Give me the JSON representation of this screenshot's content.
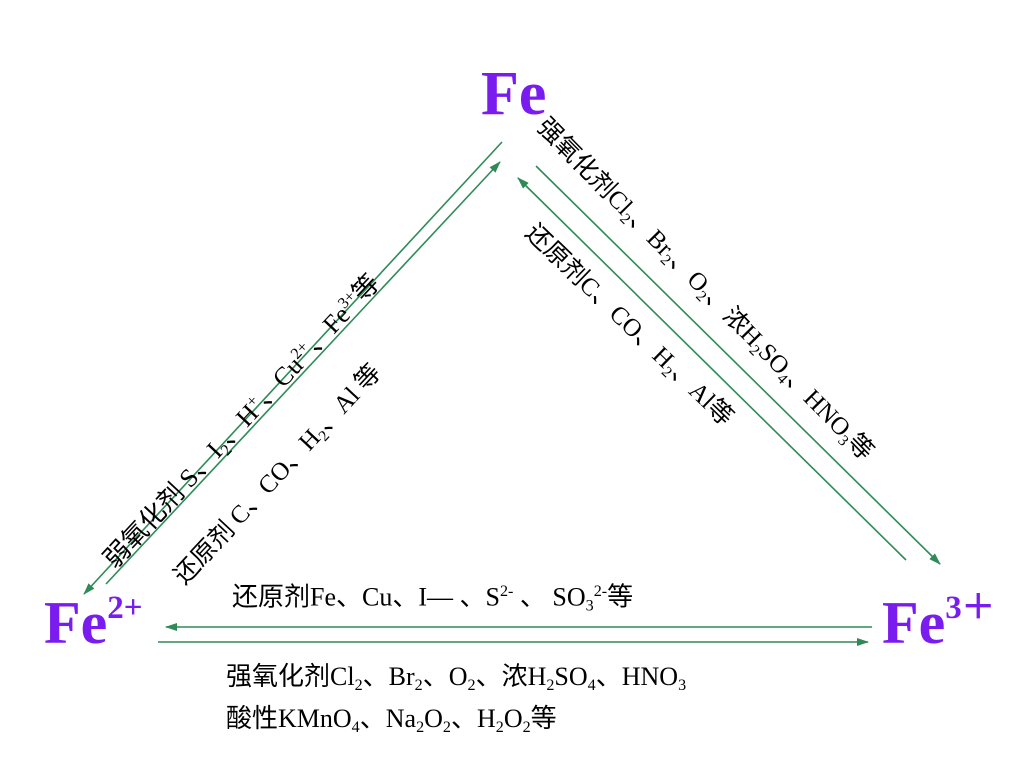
{
  "nodes": {
    "fe": {
      "text": "Fe"
    },
    "fe2": {
      "base": "Fe",
      "charge": "2+"
    },
    "fe3": {
      "base": "Fe",
      "charge": "3＋"
    }
  },
  "edges": {
    "fe_to_fe2": {
      "parts": [
        {
          "t": "弱氧化剂 S、I"
        },
        {
          "sub": "2"
        },
        {
          "t": "、H"
        },
        {
          "sup": "+"
        },
        {
          "t": "、Cu"
        },
        {
          "sup": "2+"
        },
        {
          "t": "、Fe"
        },
        {
          "sup": "3+"
        },
        {
          "t": "等"
        }
      ]
    },
    "fe2_to_fe": {
      "parts": [
        {
          "t": "还原剂 C、CO、H"
        },
        {
          "sub": "2"
        },
        {
          "t": "、Al 等"
        }
      ]
    },
    "fe3_to_fe": {
      "parts": [
        {
          "t": "还原剂C、CO、H"
        },
        {
          "sub": "2"
        },
        {
          "t": "、Al等"
        }
      ]
    },
    "fe_to_fe3": {
      "parts": [
        {
          "t": "强氧化剂Cl"
        },
        {
          "sub": "2"
        },
        {
          "t": "、Br"
        },
        {
          "sub": "2"
        },
        {
          "t": "、O"
        },
        {
          "sub": "2"
        },
        {
          "t": "、浓H"
        },
        {
          "sub": "2"
        },
        {
          "t": "SO"
        },
        {
          "sub": "4"
        },
        {
          "t": "、HNO"
        },
        {
          "sub": "3"
        },
        {
          "t": "等"
        }
      ]
    },
    "fe3_to_fe2": {
      "parts": [
        {
          "t": "还原剂Fe、Cu、I"
        },
        {
          "t": "—"
        },
        {
          "t": " 、S"
        },
        {
          "sup": "2-"
        },
        {
          "t": " 、 SO"
        },
        {
          "sub": "3"
        },
        {
          "sup": "2-"
        },
        {
          "t": "等"
        }
      ]
    },
    "fe2_to_fe3_line1": {
      "parts": [
        {
          "t": "强氧化剂Cl"
        },
        {
          "sub": "2"
        },
        {
          "t": "、Br"
        },
        {
          "sub": "2"
        },
        {
          "t": "、O"
        },
        {
          "sub": "2"
        },
        {
          "t": "、浓H"
        },
        {
          "sub": "2"
        },
        {
          "t": "SO"
        },
        {
          "sub": "4"
        },
        {
          "t": "、HNO"
        },
        {
          "sub": "3"
        }
      ]
    },
    "fe2_to_fe3_line2": {
      "parts": [
        {
          "t": "酸性KMnO"
        },
        {
          "sub": "4"
        },
        {
          "t": "、Na"
        },
        {
          "sub": "2"
        },
        {
          "t": "O"
        },
        {
          "sub": "2"
        },
        {
          "t": "、H"
        },
        {
          "sub": "2"
        },
        {
          "t": "O"
        },
        {
          "sub": "2"
        },
        {
          "t": "等"
        }
      ]
    }
  },
  "colors": {
    "node": "#7A1CF0",
    "arrow": "#2E8B57",
    "label": "#000000"
  }
}
